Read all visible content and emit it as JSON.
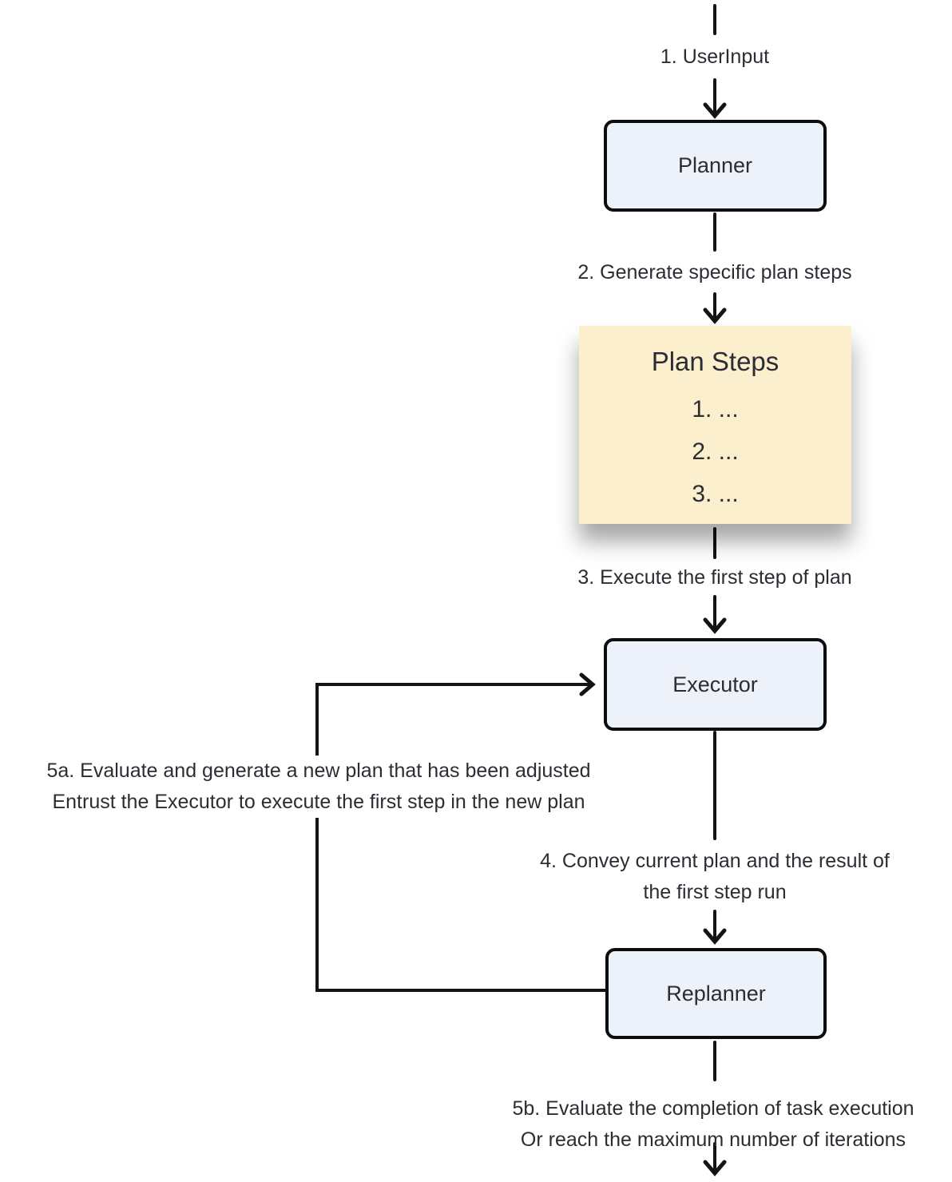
{
  "nodes": {
    "planner": {
      "label": "Planner"
    },
    "executor": {
      "label": "Executor"
    },
    "replanner": {
      "label": "Replanner"
    }
  },
  "note": {
    "title": "Plan Steps",
    "items": [
      "1. ...",
      "2. ...",
      "3. ..."
    ]
  },
  "edge_labels": {
    "step1": {
      "text": "1. UserInput"
    },
    "step2": {
      "text": "2. Generate specific plan steps"
    },
    "step3": {
      "text": "3. Execute the first step of plan"
    },
    "step4": {
      "line1": "4. Convey current plan and the result of",
      "line2": "the first step run"
    },
    "step5a": {
      "line1": "5a. Evaluate and generate a new plan that has been adjusted",
      "line2": "Entrust the Executor to execute the first step in the new plan"
    },
    "step5b": {
      "line1": "5b. Evaluate the completion of task execution",
      "line2": "Or reach the maximum number of iterations"
    }
  },
  "colors": {
    "node_fill": "#ECF1FA",
    "node_border": "#0d0d0d",
    "note_fill": "#FBEFCE",
    "text": "#2b2d33",
    "line": "#141414",
    "background": "#ffffff"
  }
}
